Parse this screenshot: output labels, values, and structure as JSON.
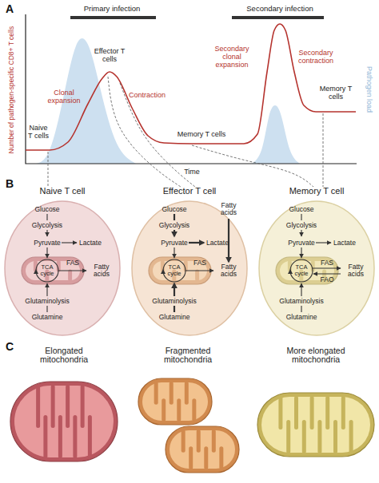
{
  "diagram": {
    "nodes": [
      {
        "text": [
          "Naive T cell",
          "Glucose",
          "Glycolysis",
          "Pyruvate",
          "Lactate",
          "TCA cycle",
          "FAS",
          "Fatty acids",
          "Glutaminolysis",
          "Glutamine"
        ]
      },
      {
        "text": [
          "Effector T cell",
          "Glucose",
          "Fatty acids",
          "Glycolysis",
          "Pyruvate",
          "Lactate",
          "TCA cycle",
          "FAS",
          "Fatty acids",
          "Glutaminolysis",
          "Glutamine"
        ]
      },
      {
        "text": [
          "Memory T cell",
          "Glucose",
          "Glycolysis",
          "Pyruvate",
          "Lactate",
          "TCA cycle",
          "FAS",
          "Fatty acids",
          "FAO",
          "Glutaminolysis",
          "Glutamine"
        ]
      },
      {
        "text": [
          "Elongated mitochondria"
        ]
      },
      {
        "text": [
          "Fragmented mitochondria"
        ]
      },
      {
        "text": [
          "More elongated mitochondria"
        ]
      }
    ],
    "labels": [
      "A",
      "Primary infection",
      "Secondary infection",
      "Effector T cells",
      "Clonal expansion",
      "Contraction",
      "Secondary clonal expansion",
      "Secondary contraction",
      "Naive T cells",
      "Memory T cells",
      "Memory T cells",
      "Number of pathogen-specific CD8+ T cells",
      "Pathogen load",
      "Time",
      "B",
      "C"
    ]
  }
}
